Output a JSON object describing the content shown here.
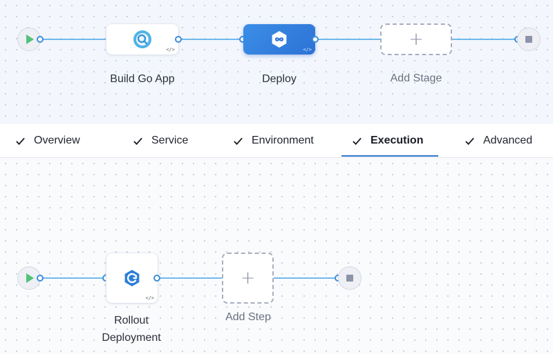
{
  "pipeline": {
    "stages": [
      {
        "label": "Build Go App",
        "icon": "ci-build-icon"
      },
      {
        "label": "Deploy",
        "icon": "cd-deploy-icon",
        "selected": true
      },
      {
        "label": "Add Stage",
        "icon": "plus-icon"
      }
    ],
    "code_tag": "</>"
  },
  "tabs": [
    {
      "label": "Overview",
      "done": true
    },
    {
      "label": "Service",
      "done": true
    },
    {
      "label": "Environment",
      "done": true
    },
    {
      "label": "Execution",
      "done": true,
      "active": true
    },
    {
      "label": "Advanced",
      "done": true
    }
  ],
  "execution": {
    "steps": [
      {
        "label_line1": "Rollout",
        "label_line2": "Deployment",
        "icon": "rollout-icon"
      },
      {
        "label": "Add Step",
        "icon": "plus-icon"
      }
    ],
    "code_tag": "</>"
  },
  "colors": {
    "accent": "#2c74c9",
    "connector": "#6fb8ec",
    "start": "#52c27a",
    "stop": "#8d93a8",
    "selected_node": "#3a8ee6"
  }
}
